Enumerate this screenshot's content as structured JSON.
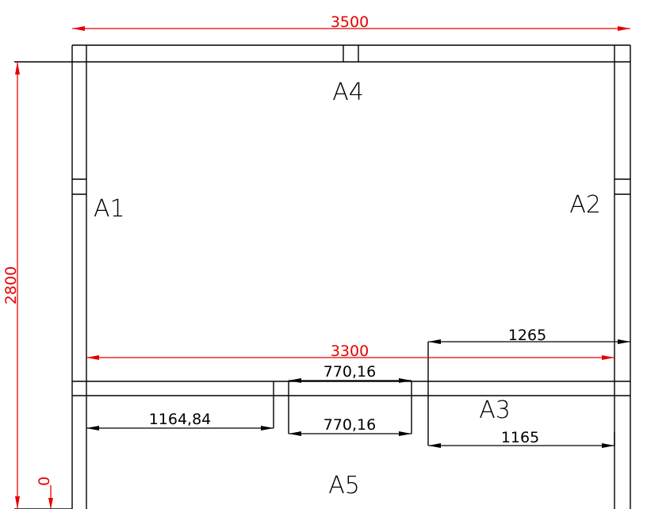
{
  "colors": {
    "dimension_red": "#e60000",
    "line_black": "#000000",
    "background": "#ffffff"
  },
  "labels": {
    "a1": "A1",
    "a2": "A2",
    "a3": "A3",
    "a4": "A4",
    "a5": "A5"
  },
  "dimensions": {
    "overall_width": "3500",
    "overall_height": "2800",
    "inner_width": "3300",
    "right_upper": "1265",
    "right_lower": "1165",
    "mid_upper": "770,16",
    "mid_lower": "770,16",
    "left_lower": "1164,84",
    "zero_mark": "0"
  }
}
